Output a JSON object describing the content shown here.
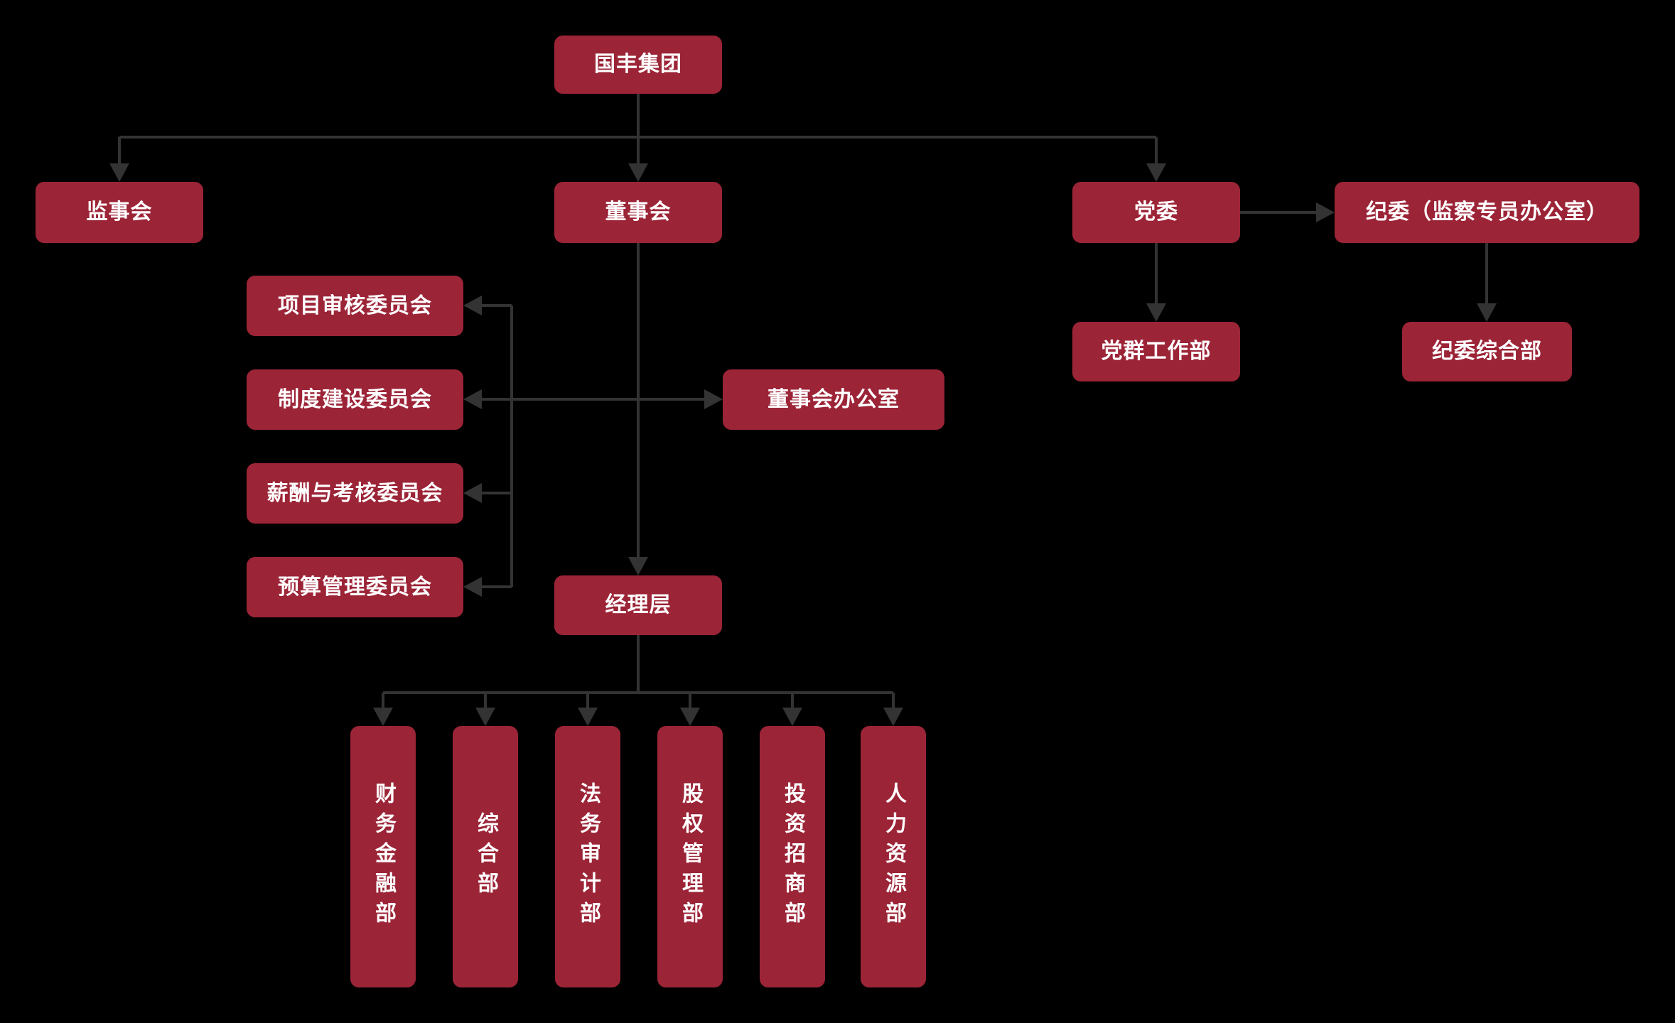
{
  "org_chart": {
    "root": {
      "label": "国丰集团"
    },
    "level2": [
      {
        "label": "监事会"
      },
      {
        "label": "董事会"
      },
      {
        "label": "党委"
      },
      {
        "label": "纪委（监察专员办公室）"
      }
    ],
    "board_committees": [
      {
        "label": "项目审核委员会"
      },
      {
        "label": "制度建设委员会"
      },
      {
        "label": "薪酬与考核委员会"
      },
      {
        "label": "预算管理委员会"
      }
    ],
    "board_office": {
      "label": "董事会办公室"
    },
    "party_committee_sub": {
      "label": "党群工作部"
    },
    "discipline_committee_sub": {
      "label": "纪委综合部"
    },
    "management": {
      "label": "经理层"
    },
    "departments": [
      {
        "label": "财务金融部"
      },
      {
        "label": "综合部"
      },
      {
        "label": "法务审计部"
      },
      {
        "label": "股权管理部"
      },
      {
        "label": "投资招商部"
      },
      {
        "label": "人力资源部"
      }
    ],
    "colors": {
      "background": "#000000",
      "node_fill": "#9C2437",
      "node_text": "#FFFFFF",
      "connector": "#333333"
    }
  }
}
